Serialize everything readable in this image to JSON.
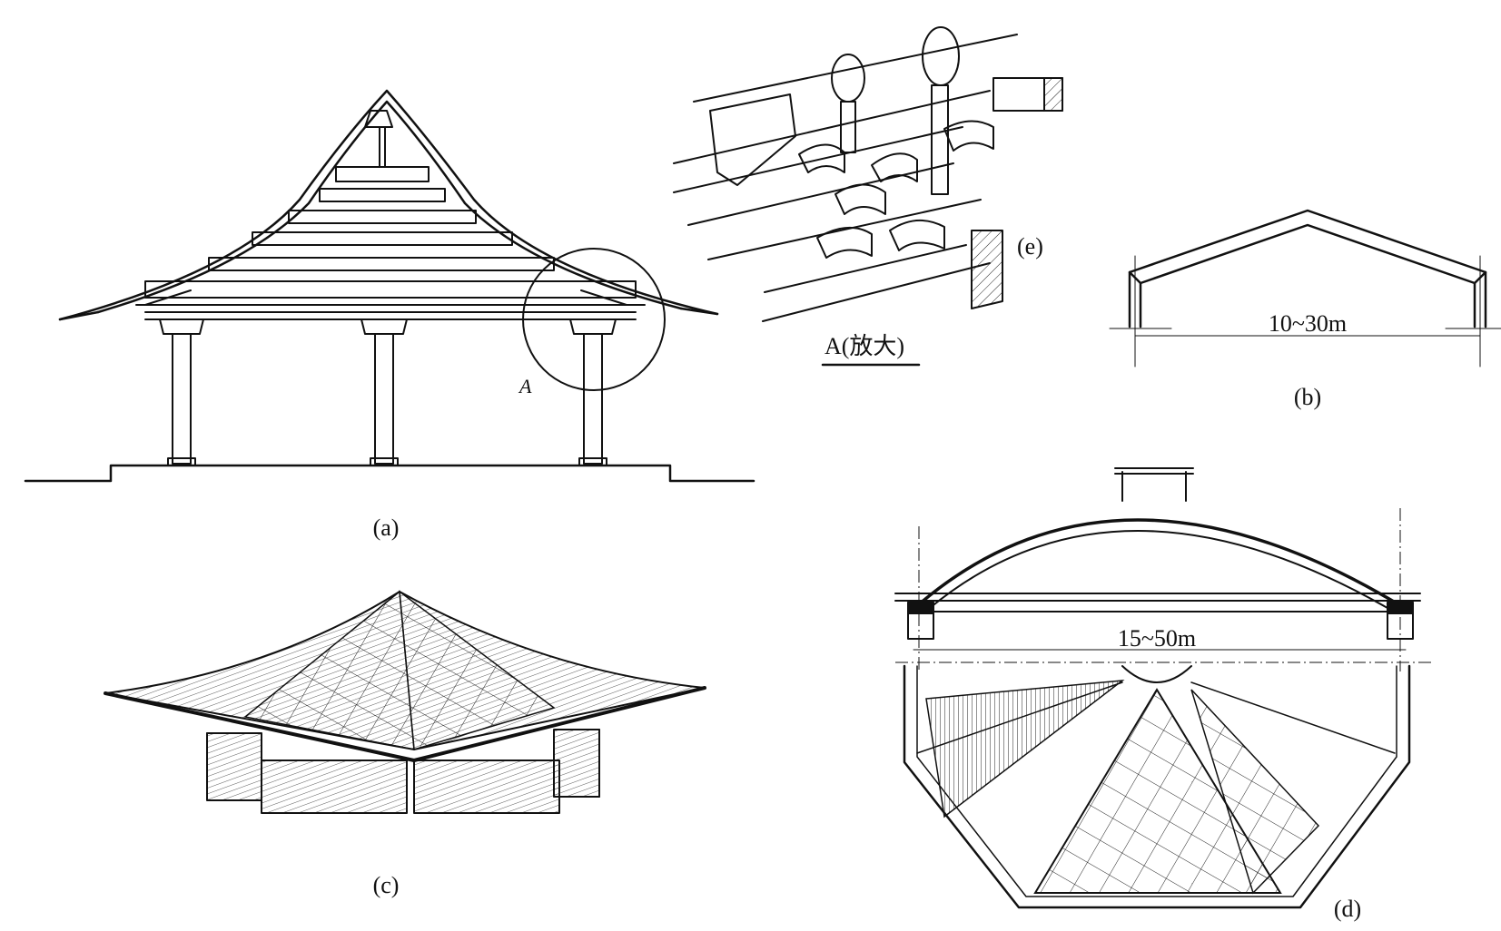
{
  "figure": {
    "panel_a": {
      "caption": "(a)",
      "detail_marker": "A"
    },
    "panel_b": {
      "caption": "(b)",
      "span_label": "10~30m"
    },
    "panel_c": {
      "caption": "(c)"
    },
    "panel_d": {
      "caption": "(d)",
      "span_label": "15~50m"
    },
    "panel_e": {
      "caption": "(e)",
      "enlarge_label": "A(放大)"
    }
  },
  "colors": {
    "ink": "#111111",
    "background": "#ffffff"
  }
}
